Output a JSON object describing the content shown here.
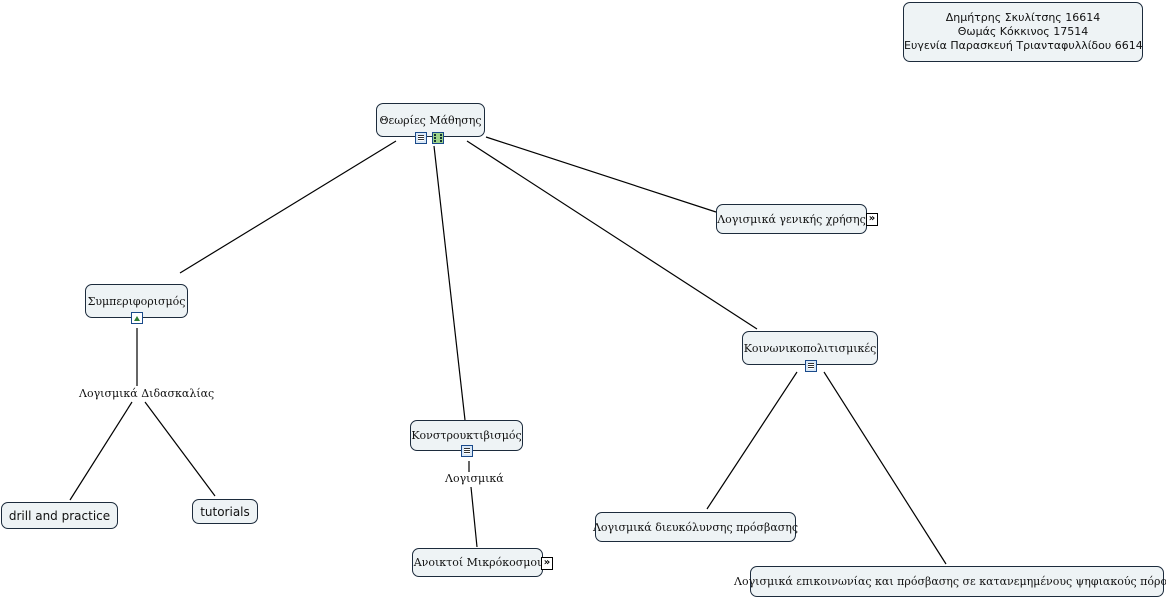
{
  "authors": {
    "line1": "Δημήτρης Σκυλίτσης 16614",
    "line2": "Θωμάς Κόκκινος  17514",
    "line3": "Ευγενία Παρασκευή Τριανταφυλλίδου 6614"
  },
  "nodes": {
    "theories": "Θεωρίες Μάθησης",
    "general_software": "Λογισμικά γενικής χρήσης",
    "behaviorism": "Συμπεριφορισμός",
    "sociocultural": "Κοινωνικοπολιτισμικές",
    "constructivism": "Κονστρουκτιβισμός",
    "drill": "drill and practice",
    "tutorials": "tutorials",
    "microworlds": "Ανοικτοί Μικρόκοσμοι",
    "access_software": "Λογισμικά διευκόλυνσης πρόσβασης",
    "distributed_software": "Λογισμικά επικοινωνίας και πρόσβασης σε κατανεμημένους ψηφιακούς πόρους"
  },
  "links": {
    "teaching_software": "Λογισμικά Διδασκαλίας",
    "software": "Λογισμικά"
  },
  "icons": {
    "theories": [
      "document-icon",
      "video-icon"
    ],
    "behaviorism": [
      "image-icon"
    ],
    "constructivism": [
      "document-icon"
    ],
    "sociocultural": [
      "document-icon"
    ],
    "expand": "expand-arrow-icon"
  },
  "colors": {
    "node_fill": "#eef3f5",
    "node_border": "#1c2b3c",
    "line": "#000000"
  }
}
